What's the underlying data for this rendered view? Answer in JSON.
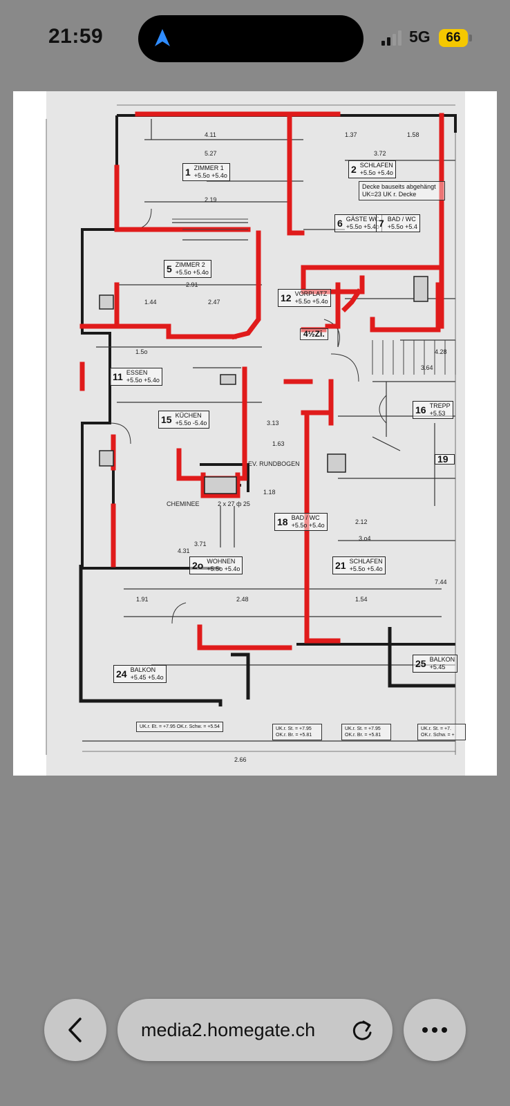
{
  "status_bar": {
    "time": "21:59",
    "network": "5G",
    "battery": "66"
  },
  "browser": {
    "url": "media2.homegate.ch"
  },
  "icons": {
    "navigation": "location-arrow-icon",
    "signal": "cellular-signal-icon",
    "back": "chevron-left-icon",
    "reload": "reload-icon",
    "more": "more-dots-icon"
  },
  "colors": {
    "wall_highlight": "#e01b1b",
    "island": "#000000",
    "battery": "#f5c800"
  },
  "floorplan": {
    "rooms": [
      {
        "num": "1",
        "name": "ZIMMER 1",
        "levels": "+5.5o +5.4o"
      },
      {
        "num": "2",
        "name": "SCHLAFEN",
        "levels": "+5.5o +5.4o"
      },
      {
        "num": "5",
        "name": "ZIMMER 2",
        "levels": "+5.5o +5.4o"
      },
      {
        "num": "11",
        "name": "ESSEN",
        "levels": "+5.5o +5.4o"
      },
      {
        "num": "15",
        "name": "KÜCHEN",
        "levels": "+5.5o -5.4o"
      },
      {
        "num": "2o",
        "name": "WOHNEN",
        "levels": "+5.5o +5.4o"
      },
      {
        "num": "21",
        "name": "SCHLAFEN",
        "levels": "+5.5o +5.4o"
      },
      {
        "num": "24",
        "name": "BALKON",
        "levels": "+5.45 +5.4o"
      },
      {
        "num": "25",
        "name": "BALKON",
        "levels": "+5.45"
      },
      {
        "num": "16",
        "name": "TREPP",
        "levels": "+5.53"
      },
      {
        "num": "12",
        "name": "VORPLATZ",
        "levels": "+5.5o +5.4o"
      },
      {
        "num": "18",
        "name": "BAD / WC",
        "levels": "+5.5o +5.4o"
      },
      {
        "num": "6",
        "name": "GÄSTE WC",
        "levels": "+5.5o +5.4o"
      },
      {
        "num": "7",
        "name": "BAD / WC",
        "levels": "+5.5o +5.4"
      },
      {
        "num": "19",
        "name": "",
        "levels": ""
      }
    ],
    "notes": {
      "ceiling": "Decke bauseits abgehängt UK=23 UK r. Decke",
      "apartment": "4½Zi.",
      "rundbogen": "EV. RUNDBOGEN",
      "cheminee": "CHEMINEE",
      "cheminee_size": "2 x 27 ф 25",
      "ref1": "UK.r. Et. = +7.95 OK.r. Schw. = +5.54",
      "ref2": "UK.r. St. = +7.95 OK.r. Br. = +5.81",
      "ref3": "UK.r. St. = +7.95 OK.r. Br. = +5.81",
      "ref4": "UK.r. St. = +7. OK.r. Schw. = +"
    },
    "dimensions": [
      "4.11",
      "5.27",
      "3.72",
      "2.19",
      "1.37",
      "1.58",
      "2.91",
      "2.47",
      "1.44",
      "3.13",
      "2.12",
      "3.o4",
      "1.63",
      "2.48",
      "1.54",
      "1.18",
      "1.5o",
      "4.31",
      "3.71",
      "1.91",
      "2.66",
      "7.44",
      "3.64",
      "4.28"
    ]
  }
}
